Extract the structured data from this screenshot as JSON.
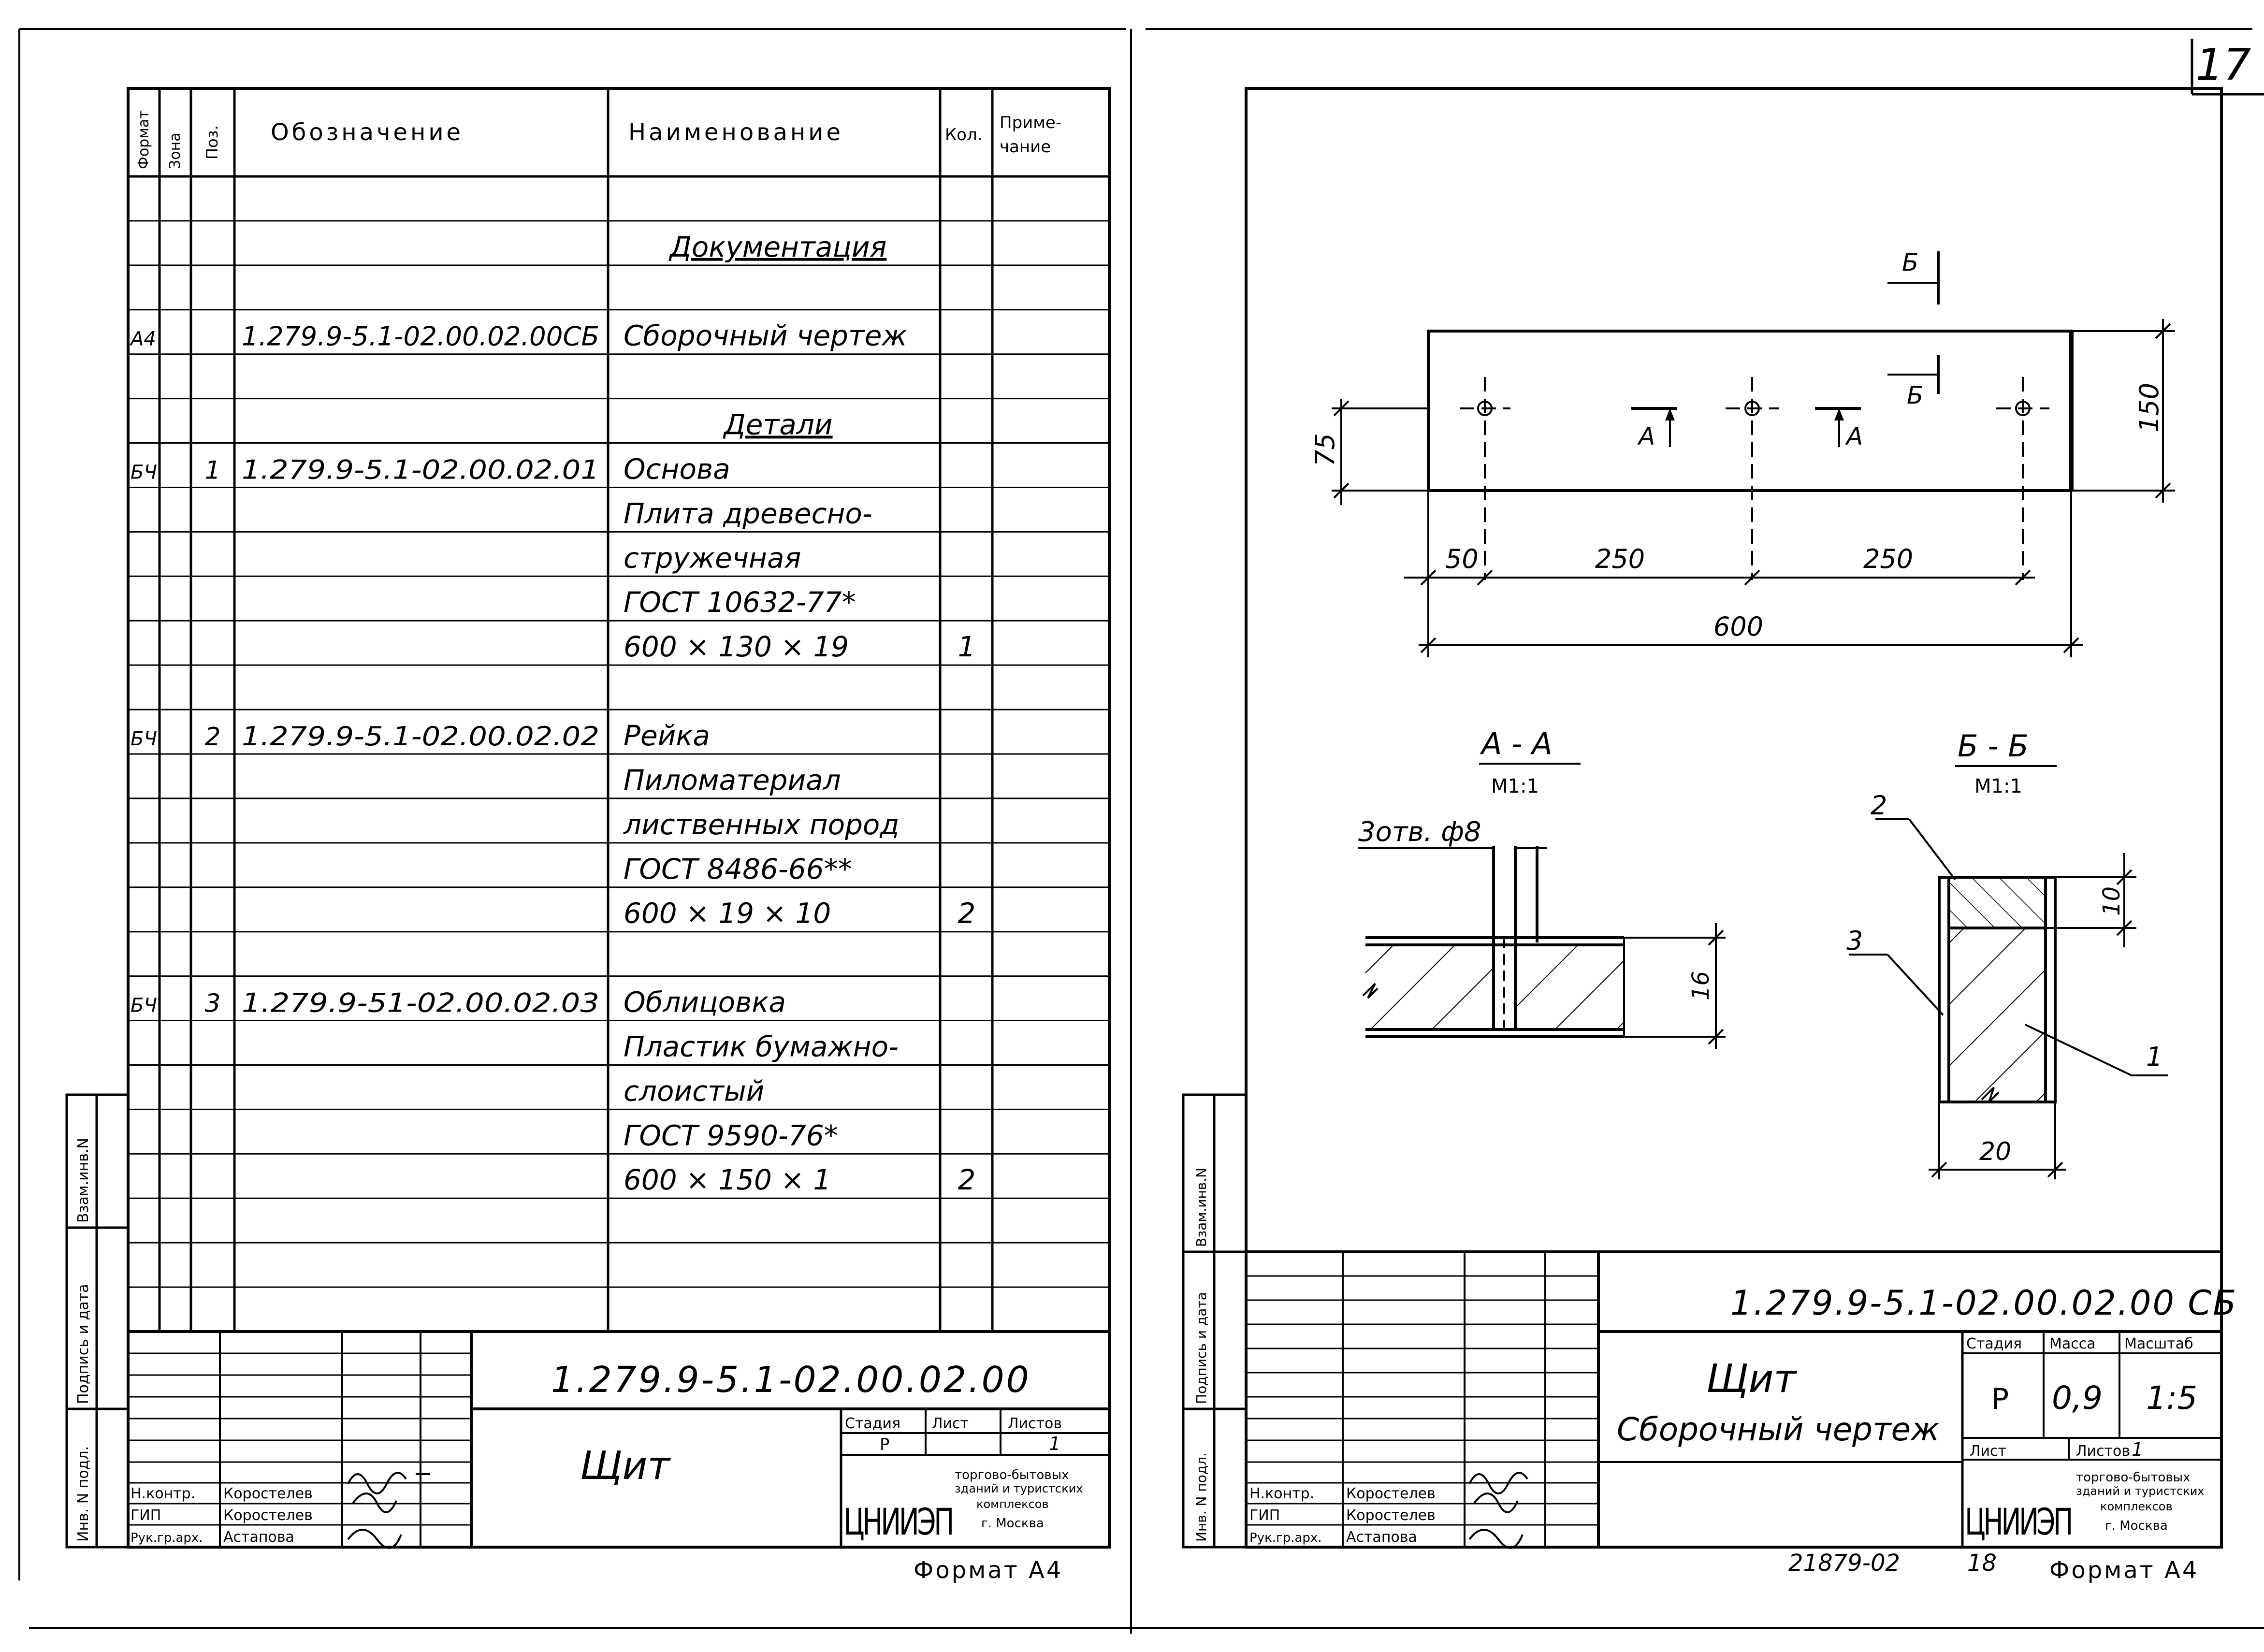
{
  "page_number": "17",
  "left_sheet": {
    "spec_header": {
      "format": "Формат",
      "zone": "Зона",
      "pos": "Поз.",
      "designation": "Обозначение",
      "name": "Наименование",
      "qty": "Кол.",
      "note_line1": "Приме-",
      "note_line2": "чание"
    },
    "spec_rows": [
      {
        "format": "",
        "pos": "",
        "designation": "",
        "name": "",
        "qty": ""
      },
      {
        "format": "",
        "pos": "",
        "designation": "",
        "name": "Документация",
        "qty": ""
      },
      {
        "format": "",
        "pos": "",
        "designation": "",
        "name": "",
        "qty": ""
      },
      {
        "format": "А4",
        "pos": "",
        "designation": "1.279.9-5.1-02.00.02.00СБ",
        "name": "Сборочный чертеж",
        "qty": ""
      },
      {
        "format": "",
        "pos": "",
        "designation": "",
        "name": "",
        "qty": ""
      },
      {
        "format": "",
        "pos": "",
        "designation": "",
        "name": "Детали",
        "qty": ""
      },
      {
        "format": "БЧ",
        "pos": "1",
        "designation": "1.279.9-5.1-02.00.02.01",
        "name": "Основа",
        "qty": ""
      },
      {
        "format": "",
        "pos": "",
        "designation": "",
        "name": "Плита древесно-",
        "qty": ""
      },
      {
        "format": "",
        "pos": "",
        "designation": "",
        "name": "стружечная",
        "qty": ""
      },
      {
        "format": "",
        "pos": "",
        "designation": "",
        "name": "ГОСТ 10632-77*",
        "qty": ""
      },
      {
        "format": "",
        "pos": "",
        "designation": "",
        "name": "600 × 130 × 19",
        "qty": "1"
      },
      {
        "format": "",
        "pos": "",
        "designation": "",
        "name": "",
        "qty": ""
      },
      {
        "format": "БЧ",
        "pos": "2",
        "designation": "1.279.9-5.1-02.00.02.02",
        "name": "Рейка",
        "qty": ""
      },
      {
        "format": "",
        "pos": "",
        "designation": "",
        "name": "Пиломатериал",
        "qty": ""
      },
      {
        "format": "",
        "pos": "",
        "designation": "",
        "name": "лиственных пород",
        "qty": ""
      },
      {
        "format": "",
        "pos": "",
        "designation": "",
        "name": "ГОСТ 8486-66**",
        "qty": ""
      },
      {
        "format": "",
        "pos": "",
        "designation": "",
        "name": "600 × 19 × 10",
        "qty": "2"
      },
      {
        "format": "",
        "pos": "",
        "designation": "",
        "name": "",
        "qty": ""
      },
      {
        "format": "БЧ",
        "pos": "3",
        "designation": "1.279.9-51-02.00.02.03",
        "name": "Облицовка",
        "qty": ""
      },
      {
        "format": "",
        "pos": "",
        "designation": "",
        "name": "Пластик бумажно-",
        "qty": ""
      },
      {
        "format": "",
        "pos": "",
        "designation": "",
        "name": "слоистый",
        "qty": ""
      },
      {
        "format": "",
        "pos": "",
        "designation": "",
        "name": "ГОСТ 9590-76*",
        "qty": ""
      },
      {
        "format": "",
        "pos": "",
        "designation": "",
        "name": "600 × 150 × 1",
        "qty": "2"
      },
      {
        "format": "",
        "pos": "",
        "designation": "",
        "name": "",
        "qty": ""
      },
      {
        "format": "",
        "pos": "",
        "designation": "",
        "name": "",
        "qty": ""
      },
      {
        "format": "",
        "pos": "",
        "designation": "",
        "name": "",
        "qty": ""
      }
    ],
    "side_labels": {
      "inv_podl": "Инв. N подл.",
      "podpis": "Подпись и дата",
      "vzam": "Взам.инв.N"
    },
    "title_block": {
      "code": "1.279.9-5.1-02.00.02.00",
      "name": "Щит",
      "stage_label": "Стадия",
      "sheet_label": "Лист",
      "sheets_label": "Листов",
      "stage_value": "Р",
      "sheets_value": "1",
      "signers": [
        {
          "role": "Н.контр.",
          "person": "Коростелев"
        },
        {
          "role": "ГИП",
          "person": "Коростелев"
        },
        {
          "role": "Рук.гр.арх.",
          "person": "Астапова"
        }
      ],
      "org_logo": "ЦНИИЭП",
      "org_lines": [
        "торгово-бытовых",
        "зданий и туристских",
        "комплексов",
        "г. Москва"
      ]
    },
    "format_label": "Формат А4"
  },
  "right_sheet": {
    "plan_dims": {
      "d75": "75",
      "d150": "150",
      "d50": "50",
      "d250a": "250",
      "d250b": "250",
      "d600": "600"
    },
    "cut_marks": {
      "a": "А",
      "b": "Б"
    },
    "section_aa": {
      "title": "А - А",
      "scale": "М1:1",
      "hole_note": "3отв. ф8",
      "dim16": "16"
    },
    "section_bb": {
      "title": "Б - Б",
      "scale": "М1:1",
      "dim10": "10",
      "dim20": "20",
      "pos1": "1",
      "pos2": "2",
      "pos3": "3"
    },
    "side_labels": {
      "inv_podl": "Инв. N подл.",
      "podpis": "Подпись и дата",
      "vzam": "Взам.инв.N"
    },
    "title_block": {
      "code": "1.279.9-5.1-02.00.02.00 СБ",
      "name_line1": "Щит",
      "name_line2": "Сборочный чертеж",
      "stage_label": "Стадия",
      "mass_label": "Масса",
      "scale_label": "Масштаб",
      "stage_value": "Р",
      "mass_value": "0,9",
      "scale_value": "1:5",
      "sheet_label": "Лист",
      "sheets_label": "Листов",
      "sheets_value": "1",
      "signers": [
        {
          "role": "Н.контр.",
          "person": "Коростелев"
        },
        {
          "role": "ГИП",
          "person": "Коростелев"
        },
        {
          "role": "Рук.гр.арх.",
          "person": "Астапова"
        }
      ],
      "org_logo": "ЦНИИЭП",
      "org_lines": [
        "торгово-бытовых",
        "зданий и туристских",
        "комплексов",
        "г. Москва"
      ]
    },
    "footer_code": "21879-02",
    "footer_num": "18",
    "format_label": "Формат А4"
  }
}
